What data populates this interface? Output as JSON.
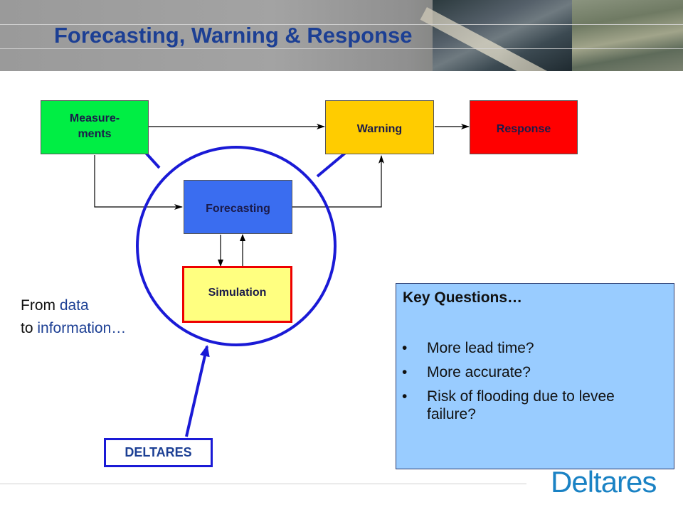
{
  "title": "Forecasting, Warning & Response",
  "boxes": {
    "measurements": "Measure-\nments",
    "warning": "Warning",
    "response": "Response",
    "forecasting": "Forecasting",
    "simulation": "Simulation"
  },
  "from_text": {
    "from": "From",
    "data": "data",
    "to": "to",
    "information": "information…"
  },
  "key_questions": {
    "title": "Key Questions…",
    "items": [
      "More lead time?",
      "More accurate?",
      "Risk of flooding due to levee failure?"
    ]
  },
  "deltares_label": "DELTARES",
  "logo": "Deltares",
  "colors": {
    "measurements": "#00ee44",
    "warning": "#ffcc00",
    "response": "#ff0000",
    "forecasting": "#3a6df0",
    "simulation": "#ffff80",
    "highlight_blue": "#1a1ad6"
  }
}
